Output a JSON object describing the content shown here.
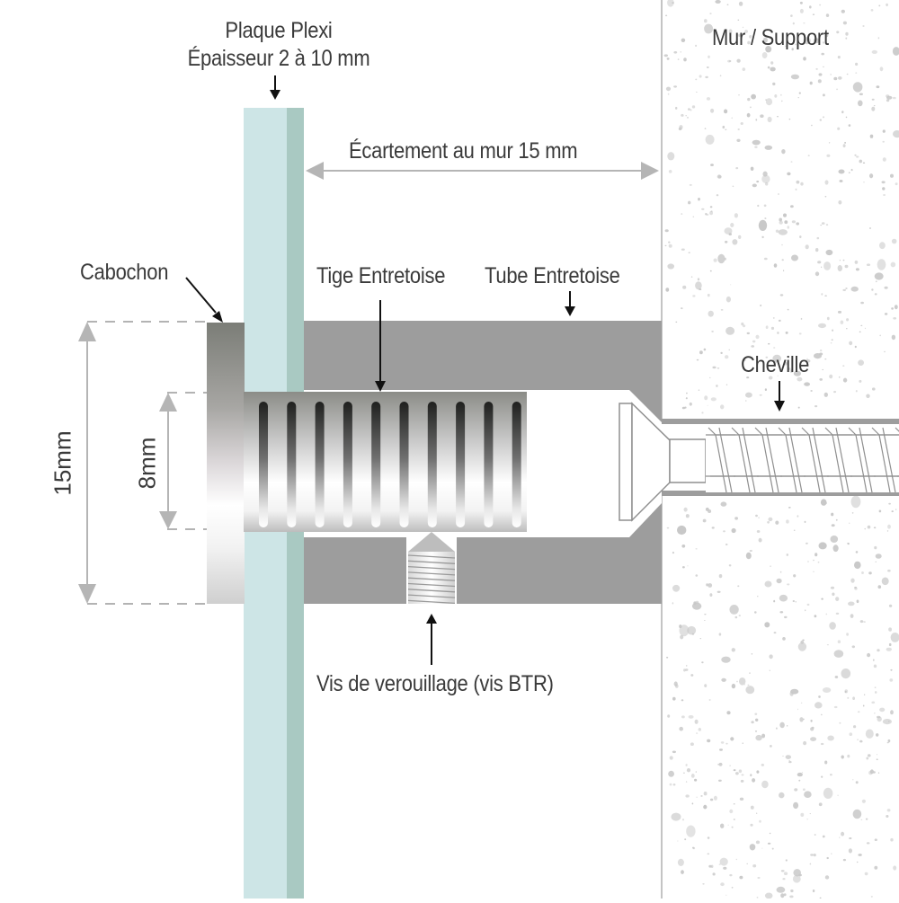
{
  "diagram": {
    "title": "Entretoise plexi - schéma de montage",
    "labels": {
      "plaque_line1": "Plaque Plexi",
      "plaque_line2": "Épaisseur 2 à 10 mm",
      "mur": "Mur / Support",
      "ecartement": "Écartement au mur 15 mm",
      "cabochon": "Cabochon",
      "tige": "Tige Entretoise",
      "tube": "Tube Entretoise",
      "cheville": "Cheville",
      "vis": "Vis de verouillage (vis BTR)",
      "dim_outer": "15mm",
      "dim_inner": "8mm"
    },
    "colors": {
      "text": "#3a3a3a",
      "arrow": "#111111",
      "dimension": "#b5b5b5",
      "plexi_face": "#cde5e6",
      "plexi_edge": "#a9c9c2",
      "tube": "#9d9d9d",
      "wall_speckle": "#c8c8c8",
      "screw_outline": "#8f8f8f"
    }
  }
}
